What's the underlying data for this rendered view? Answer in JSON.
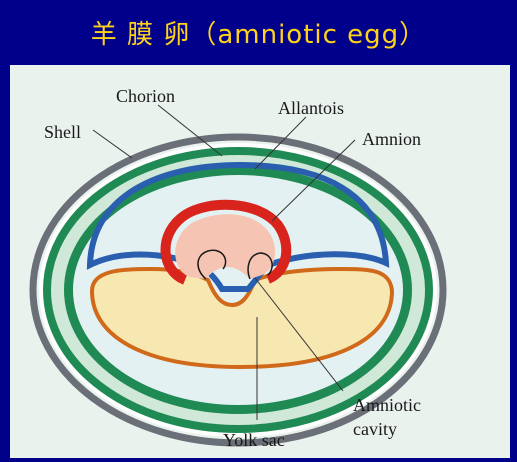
{
  "title": "羊 膜 卵（amniotic egg）",
  "labels": {
    "shell": "Shell",
    "chorion": "Chorion",
    "allantois": "Allantois",
    "amnion": "Amnion",
    "amniotic_cavity_line1": "Amniotic",
    "amniotic_cavity_line2": "cavity",
    "yolk_sac": "Yolk sac"
  },
  "colors": {
    "background": "#00008a",
    "title": "#ffd21a",
    "panel": "#eaf2ee",
    "shell": "#6b6f78",
    "chorion": "#1f8a54",
    "allantois": "#2a5fb0",
    "amnion": "#d8241c",
    "yolk": "#f7e7b0",
    "yolk_border": "#d06a1a"
  }
}
